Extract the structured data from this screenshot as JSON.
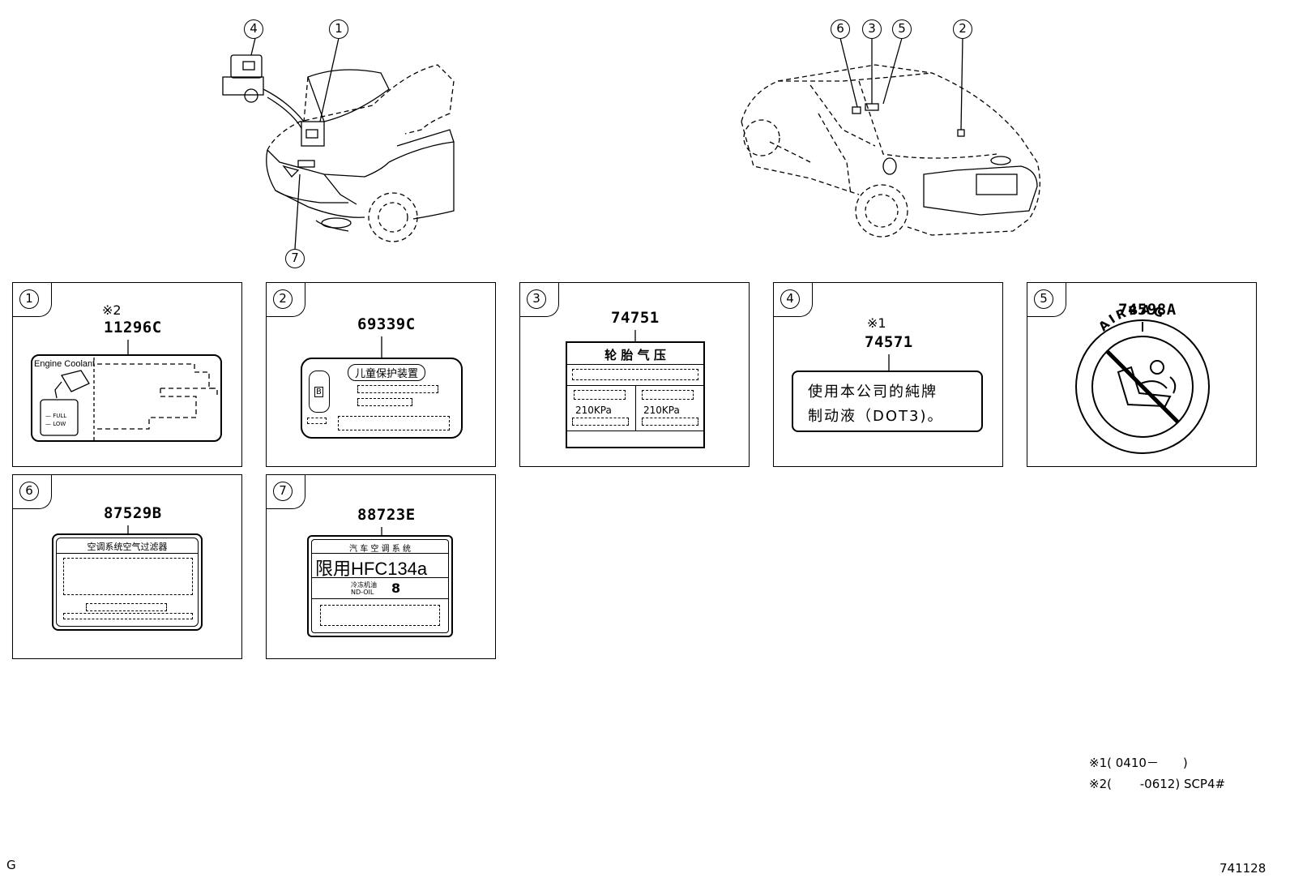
{
  "callouts": [
    "1",
    "2",
    "3",
    "4",
    "5",
    "6",
    "7"
  ],
  "panels": [
    {
      "index": "1",
      "part_no": "11296C",
      "note": "※2"
    },
    {
      "index": "2",
      "part_no": "69339C",
      "note": ""
    },
    {
      "index": "3",
      "part_no": "74751",
      "note": ""
    },
    {
      "index": "4",
      "part_no": "74571",
      "note": "※1"
    },
    {
      "index": "5",
      "part_no": "74598A",
      "note": ""
    },
    {
      "index": "6",
      "part_no": "87529B",
      "note": ""
    },
    {
      "index": "7",
      "part_no": "88723E",
      "note": ""
    }
  ],
  "labels": {
    "coolant": {
      "title": "Engine Coolant",
      "full": "FULL",
      "low": "LOW"
    },
    "child_lock": {
      "title": "儿童保护装置",
      "mark": "B"
    },
    "tire": {
      "title": "轮 胎 气 压",
      "front": "210KPa",
      "rear": "210KPa"
    },
    "brake_fluid": {
      "line1": "使用本公司的純牌",
      "line2": "制动液（DOT3)。"
    },
    "airbag": {
      "ring_text": "AIRBAG"
    },
    "ac_filter": {
      "title": "空调系统空气过滤器"
    },
    "refrigerant": {
      "header": "汽 车 空 调 系 统",
      "main": "限用HFC134a",
      "sub1": "冷冻机油",
      "sub2": "ND-OIL",
      "sub_big": "8"
    }
  },
  "footnotes": {
    "n1": "※1( 0410－　　)",
    "n2": "※2(　　 -0612) SCP4#"
  },
  "corner_left": "G",
  "diagram_number": "741128"
}
